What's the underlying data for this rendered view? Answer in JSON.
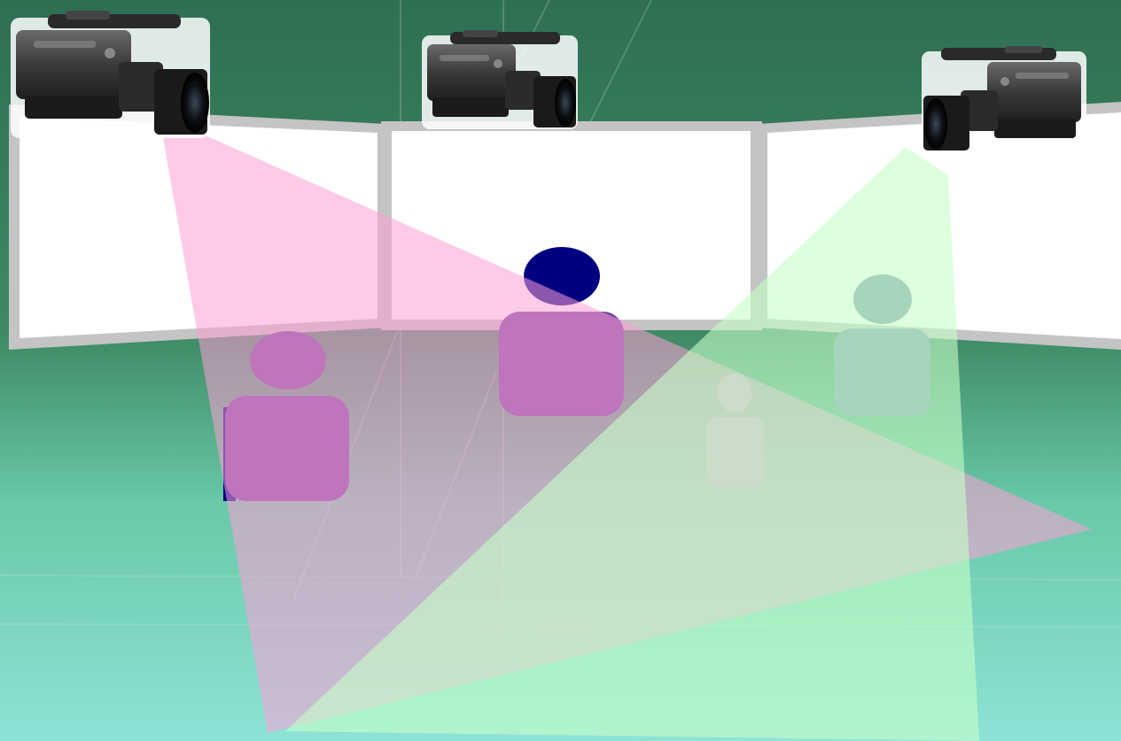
{
  "scene": {
    "background": {
      "top_color": "#2f6f52",
      "mid_color": "#3e8a64",
      "bottom_color": "#8de3d6",
      "band_color": "#69c9a8"
    },
    "screens": {
      "frame_color": "#c4c4c4",
      "surface_color": "#ffffff",
      "count": 3
    },
    "cameras": [
      {
        "name": "left-camera",
        "facing": "right"
      },
      {
        "name": "center-camera",
        "facing": "right"
      },
      {
        "name": "right-camera",
        "facing": "left"
      }
    ],
    "view_cones": [
      {
        "name": "pink-view-cone",
        "color": "#ff9ed6",
        "opacity": 0.55
      },
      {
        "name": "green-view-cone",
        "color": "#c8ffc8",
        "opacity": 0.6
      }
    ],
    "people": [
      {
        "name": "person-left",
        "head_color": "#7044a0",
        "body_color": "#7044a0",
        "shadow_color": "#000080"
      },
      {
        "name": "person-center",
        "head_color": "#000080",
        "body_color": "#7044a0",
        "shadow_color": "#000080"
      },
      {
        "name": "person-right",
        "head_color": "#7795ab",
        "body_color": "#7795ab"
      },
      {
        "name": "person-small",
        "head_color": "#a3afbd",
        "body_color": "#a3afbd"
      }
    ]
  }
}
